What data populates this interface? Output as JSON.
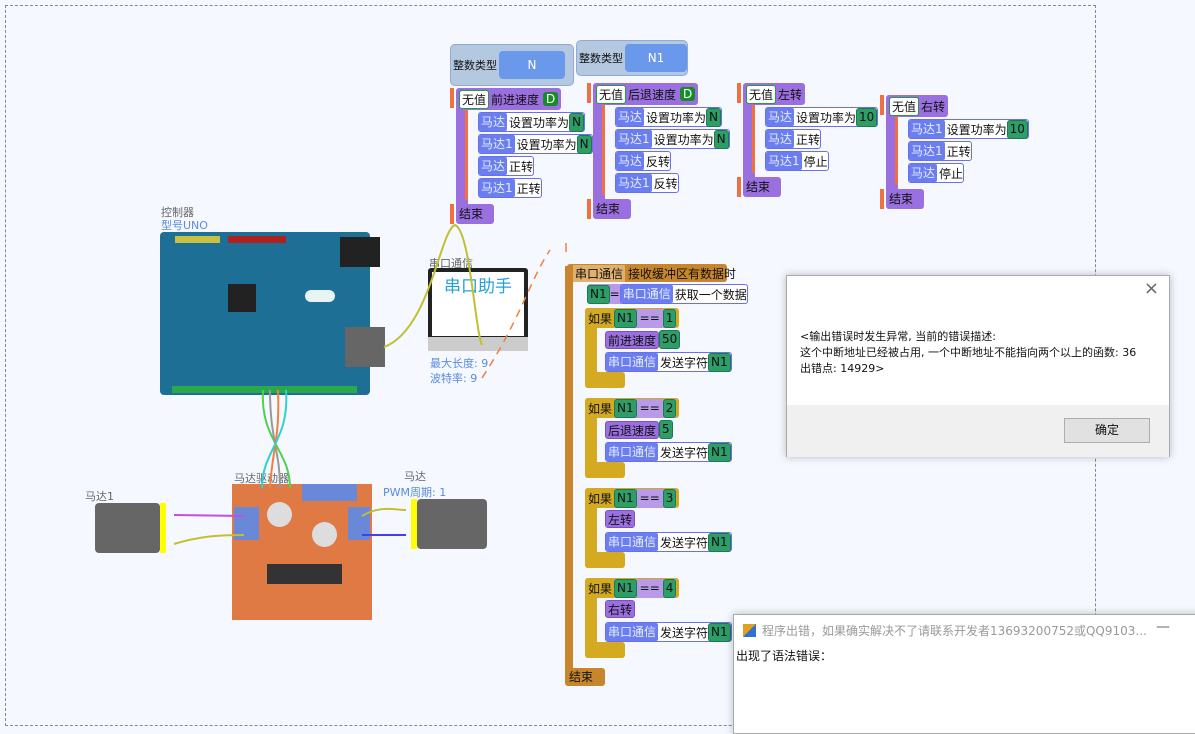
{
  "variables": [
    {
      "type_label": "整数类型",
      "name": "N"
    },
    {
      "type_label": "整数类型",
      "name": "N1"
    }
  ],
  "functions": [
    {
      "return": "无值",
      "name": "前进速度",
      "param": "D",
      "statements": [
        {
          "obj": "马达",
          "action": "设置功率为",
          "arg": "N"
        },
        {
          "obj": "马达1",
          "action": "设置功率为",
          "arg": "N"
        },
        {
          "obj": "马达",
          "action": "正转"
        },
        {
          "obj": "马达1",
          "action": "正转"
        }
      ],
      "end": "结束"
    },
    {
      "return": "无值",
      "name": "后退速度",
      "param": "D",
      "statements": [
        {
          "obj": "马达",
          "action": "设置功率为",
          "arg": "N"
        },
        {
          "obj": "马达1",
          "action": "设置功率为",
          "arg": "N"
        },
        {
          "obj": "马达",
          "action": "反转"
        },
        {
          "obj": "马达1",
          "action": "反转"
        }
      ],
      "end": "结束"
    },
    {
      "return": "无值",
      "name": "左转",
      "statements": [
        {
          "obj": "马达",
          "action": "设置功率为",
          "arg": "10"
        },
        {
          "obj": "马达",
          "action": "正转"
        },
        {
          "obj": "马达1",
          "action": "停止"
        }
      ],
      "end": "结束"
    },
    {
      "return": "无值",
      "name": "右转",
      "statements": [
        {
          "obj": "马达1",
          "action": "设置功率为",
          "arg": "10"
        },
        {
          "obj": "马达1",
          "action": "正转"
        },
        {
          "obj": "马达",
          "action": "停止"
        }
      ],
      "end": "结束"
    }
  ],
  "serial_event": {
    "obj": "串口通信",
    "title": "接收缓冲区有数据时",
    "assign_var": "N1",
    "assign_op": "=",
    "assign_obj": "串口通信",
    "assign_action": "获取一个数据",
    "ifs": [
      {
        "kw": "如果",
        "var": "N1",
        "op": "==",
        "val": "1",
        "call": "前进速度",
        "call_arg": "50",
        "send_obj": "串口通信",
        "send_action": "发送字符",
        "send_arg": "N1"
      },
      {
        "kw": "如果",
        "var": "N1",
        "op": "==",
        "val": "2",
        "call": "后退速度",
        "call_arg": "5",
        "send_obj": "串口通信",
        "send_action": "发送字符",
        "send_arg": "N1"
      },
      {
        "kw": "如果",
        "var": "N1",
        "op": "==",
        "val": "3",
        "call": "左转",
        "send_obj": "串口通信",
        "send_action": "发送字符",
        "send_arg": "N1"
      },
      {
        "kw": "如果",
        "var": "N1",
        "op": "==",
        "val": "4",
        "call": "右转",
        "send_obj": "串口通信",
        "send_action": "发送字符",
        "send_arg": "N1"
      }
    ],
    "end": "结束"
  },
  "hardware": {
    "controller_label": "控制器",
    "controller_model": "型号UNO",
    "serial_label": "串口通信",
    "serial_screen": "串口助手",
    "serial_maxlen": "最大长度: 9",
    "serial_baud": "波特率: 9",
    "driver_label": "马达驱动器",
    "motor1_label": "马达1",
    "motor_label": "马达",
    "pwm_label": "PWM周期: 1"
  },
  "error_dialog": {
    "message_lines": [
      "<输出错误时发生异常, 当前的错误描述:",
      "这个中断地址已经被占用, 一个中断地址不能指向两个以上的函数: 36",
      "出错点: 14929>"
    ],
    "ok_label": "确定"
  },
  "error_window": {
    "title": "程序出错，如果确实解决不了请联系开发者13693200752或QQ9103...",
    "body": "出现了语法错误："
  }
}
